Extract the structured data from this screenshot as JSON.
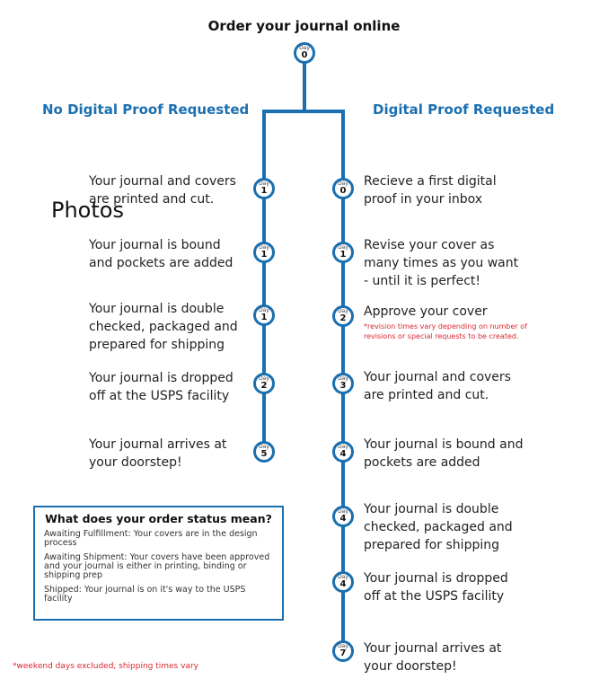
{
  "title": "Order your journal online",
  "day_label": "Day",
  "start_day": "0",
  "left": {
    "heading": "No Digital Proof Requested",
    "steps": [
      {
        "text": "Your journal and covers are printed and cut.",
        "day": "1"
      },
      {
        "text": "Your journal is bound and pockets are added",
        "day": "1"
      },
      {
        "text": "Your journal is double checked, packaged and prepared for shipping",
        "day": "1"
      },
      {
        "text": "Your journal is dropped off at the USPS facility",
        "day": "2"
      },
      {
        "text": "Your journal arrives at your doorstep!",
        "day": "5"
      }
    ]
  },
  "right": {
    "heading": "Digital Proof Requested",
    "steps": [
      {
        "text": "Recieve a first digital proof in your inbox",
        "day": "0"
      },
      {
        "text": "Revise your cover as many times as you want - until it is perfect!",
        "day": "1"
      },
      {
        "text": "Approve your cover",
        "day": "2",
        "note": "*revision times vary depending on number of revisions or special requests to be created."
      },
      {
        "text": "Your journal and covers are printed and cut.",
        "day": "3"
      },
      {
        "text": "Your journal is bound and pockets are added",
        "day": "4"
      },
      {
        "text": "Your journal is double checked, packaged and prepared for shipping",
        "day": "4"
      },
      {
        "text": "Your journal is dropped off at the USPS facility",
        "day": "4"
      },
      {
        "text": "Your journal arrives at your doorstep!",
        "day": "7"
      }
    ]
  },
  "photos_label": "Photos",
  "legend": {
    "title": "What does your order status mean?",
    "items": [
      "Awaiting Fulfillment: Your covers are in the design process",
      "Awaiting Shipment: Your covers have been approved and your journal is either in printing, binding or shipping prep",
      "Shipped: Your journal is on it's way to the USPS facility"
    ]
  },
  "footnote": "*weekend days excluded, shipping times vary",
  "colors": {
    "accent": "#1a6fb0",
    "note": "#d8282f"
  }
}
